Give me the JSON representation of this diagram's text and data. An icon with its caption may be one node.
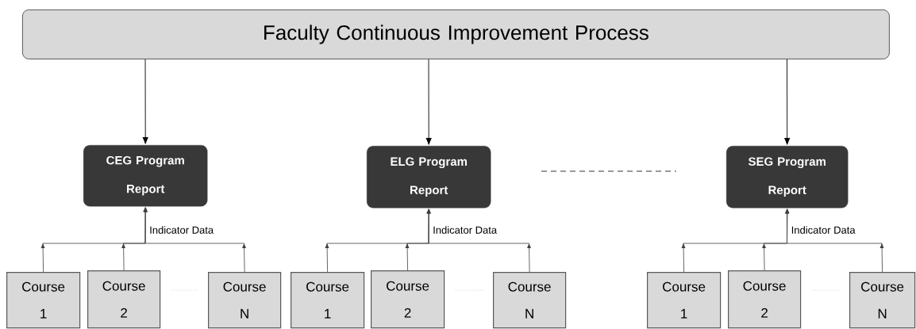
{
  "diagram": {
    "nodes": [
      {
        "text": [
          "Faculty Continuous Improvement Process"
        ]
      },
      {
        "text": [
          "CEG Program Report"
        ]
      },
      {
        "text": [
          "ELG Program Report"
        ]
      },
      {
        "text": [
          "SEG Program Report"
        ]
      },
      {
        "text": [
          "Course 1"
        ]
      },
      {
        "text": [
          "Course 2"
        ]
      },
      {
        "text": [
          "Course N"
        ]
      },
      {
        "text": [
          "Course 1"
        ]
      },
      {
        "text": [
          "Course 2"
        ]
      },
      {
        "text": [
          "Course N"
        ]
      },
      {
        "text": [
          "Course 1"
        ]
      },
      {
        "text": [
          "Course 2"
        ]
      },
      {
        "text": [
          "Course N"
        ]
      }
    ],
    "edges": [
      {
        "from": 0,
        "to": 1,
        "arrow": "to"
      },
      {
        "from": 0,
        "to": 2,
        "arrow": "to"
      },
      {
        "from": 0,
        "to": 3,
        "arrow": "to"
      },
      {
        "from": 4,
        "to": 1,
        "arrow": "to",
        "label": "Indicator Data"
      },
      {
        "from": 5,
        "to": 1,
        "arrow": "to"
      },
      {
        "from": 6,
        "to": 1,
        "arrow": "to"
      },
      {
        "from": 7,
        "to": 2,
        "arrow": "to",
        "label": "Indicator Data"
      },
      {
        "from": 8,
        "to": 2,
        "arrow": "to"
      },
      {
        "from": 9,
        "to": 2,
        "arrow": "to"
      },
      {
        "from": 10,
        "to": 3,
        "arrow": "to",
        "label": "Indicator Data"
      },
      {
        "from": 11,
        "to": 3,
        "arrow": "to"
      },
      {
        "from": 12,
        "to": 3,
        "arrow": "to"
      }
    ]
  }
}
